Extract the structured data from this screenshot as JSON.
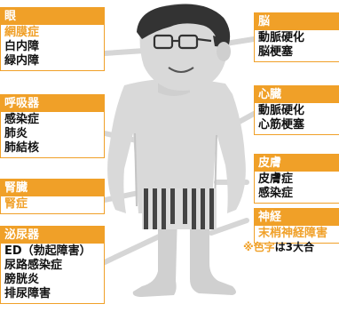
{
  "colors": {
    "accent": "#f0a028",
    "text": "#111111",
    "skin": "#d9d9d9",
    "skin_dark": "#c4c4c4",
    "hair": "#333333",
    "connector": "#d6d6d6"
  },
  "boxes": {
    "eye": {
      "title": "眼",
      "items": [
        {
          "text": "網膜症",
          "highlight": true
        },
        {
          "text": "白内障",
          "highlight": false
        },
        {
          "text": "緑内障",
          "highlight": false
        }
      ]
    },
    "respiratory": {
      "title": "呼吸器",
      "items": [
        {
          "text": "感染症",
          "highlight": false
        },
        {
          "text": "肺炎",
          "highlight": false
        },
        {
          "text": "肺結核",
          "highlight": false
        }
      ]
    },
    "kidney": {
      "title": "腎臓",
      "items": [
        {
          "text": "腎症",
          "highlight": true
        }
      ]
    },
    "urinary": {
      "title": "泌尿器",
      "items": [
        {
          "text": "ED（勃起障害）",
          "highlight": false
        },
        {
          "text": "尿路感染症",
          "highlight": false
        },
        {
          "text": "膀胱炎",
          "highlight": false
        },
        {
          "text": "排尿障害",
          "highlight": false
        }
      ]
    },
    "brain": {
      "title": "脳",
      "items": [
        {
          "text": "動脈硬化",
          "highlight": false
        },
        {
          "text": "脳梗塞",
          "highlight": false
        }
      ]
    },
    "heart": {
      "title": "心臓",
      "items": [
        {
          "text": "動脈硬化",
          "highlight": false
        },
        {
          "text": "心筋梗塞",
          "highlight": false
        }
      ]
    },
    "skin": {
      "title": "皮膚",
      "items": [
        {
          "text": "皮膚症",
          "highlight": false
        },
        {
          "text": "感染症",
          "highlight": false
        }
      ]
    },
    "nerve": {
      "title": "神経",
      "items": [
        {
          "text": "末梢神経障害",
          "highlight": true
        }
      ]
    }
  },
  "note": {
    "mark": "※色字",
    "rest": "は3大合"
  }
}
